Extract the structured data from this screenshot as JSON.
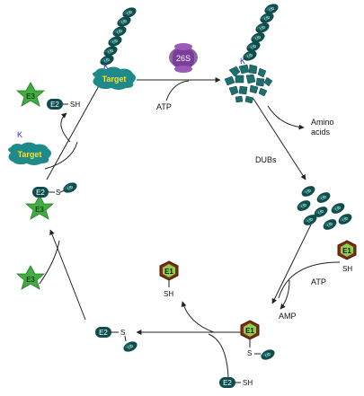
{
  "colors": {
    "ubiquitin": "#0f4d4d",
    "ubiquitin_light": "#2a7a7a",
    "target": "#1f8a8a",
    "e3": "#3fae3f",
    "e1": "#7a2e16",
    "proteasome": "#7a3d9a",
    "arrow": "#222222"
  },
  "labels": {
    "target": "Target",
    "k": "K",
    "e3": "E3",
    "e2": "E2",
    "e1": "E1",
    "sh": "SH",
    "s": "S",
    "ub": "Ub",
    "proteasome": "26S",
    "atp_top": "ATP",
    "atp_right": "ATP",
    "amp": "AMP",
    "amino_acids_line1": "Amino",
    "amino_acids_line2": "acids",
    "dubs": "DUBs"
  }
}
